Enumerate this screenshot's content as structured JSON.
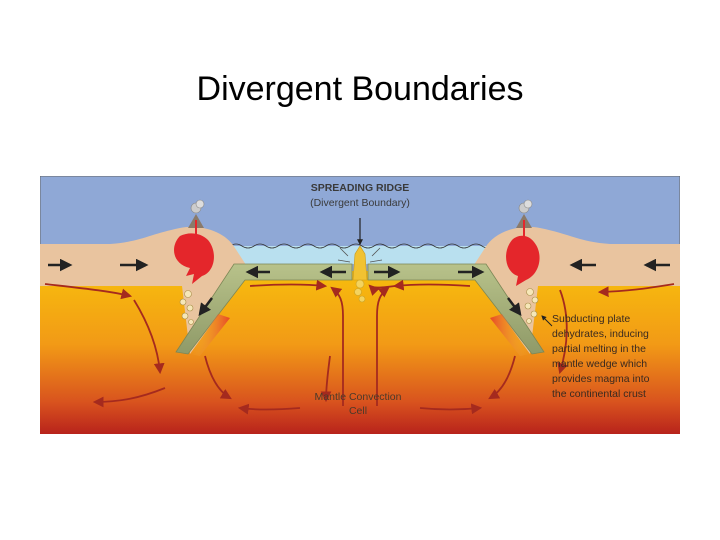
{
  "slide": {
    "title": "Divergent Boundaries"
  },
  "diagram": {
    "ridge_title": "SPREADING RIDGE",
    "ridge_subtitle": "(Divergent Boundary)",
    "convection_line1": "Mantle Convection",
    "convection_line2": "Cell",
    "note_lines": [
      "Subducting plate",
      "dehydrates, inducing",
      "partial melting in the",
      "mantle wedge which",
      "provides magma into",
      "the continental crust"
    ],
    "colors": {
      "sky": "#8fa8d6",
      "ocean": "#b9e0ef",
      "continental_crust": "#e9c49f",
      "oceanic_plate": "#a8b27a",
      "mantle_top": "#f6b80c",
      "mantle_bottom": "#b8231c",
      "magma": "#e4262b",
      "arrow": "#a52a1e"
    }
  }
}
